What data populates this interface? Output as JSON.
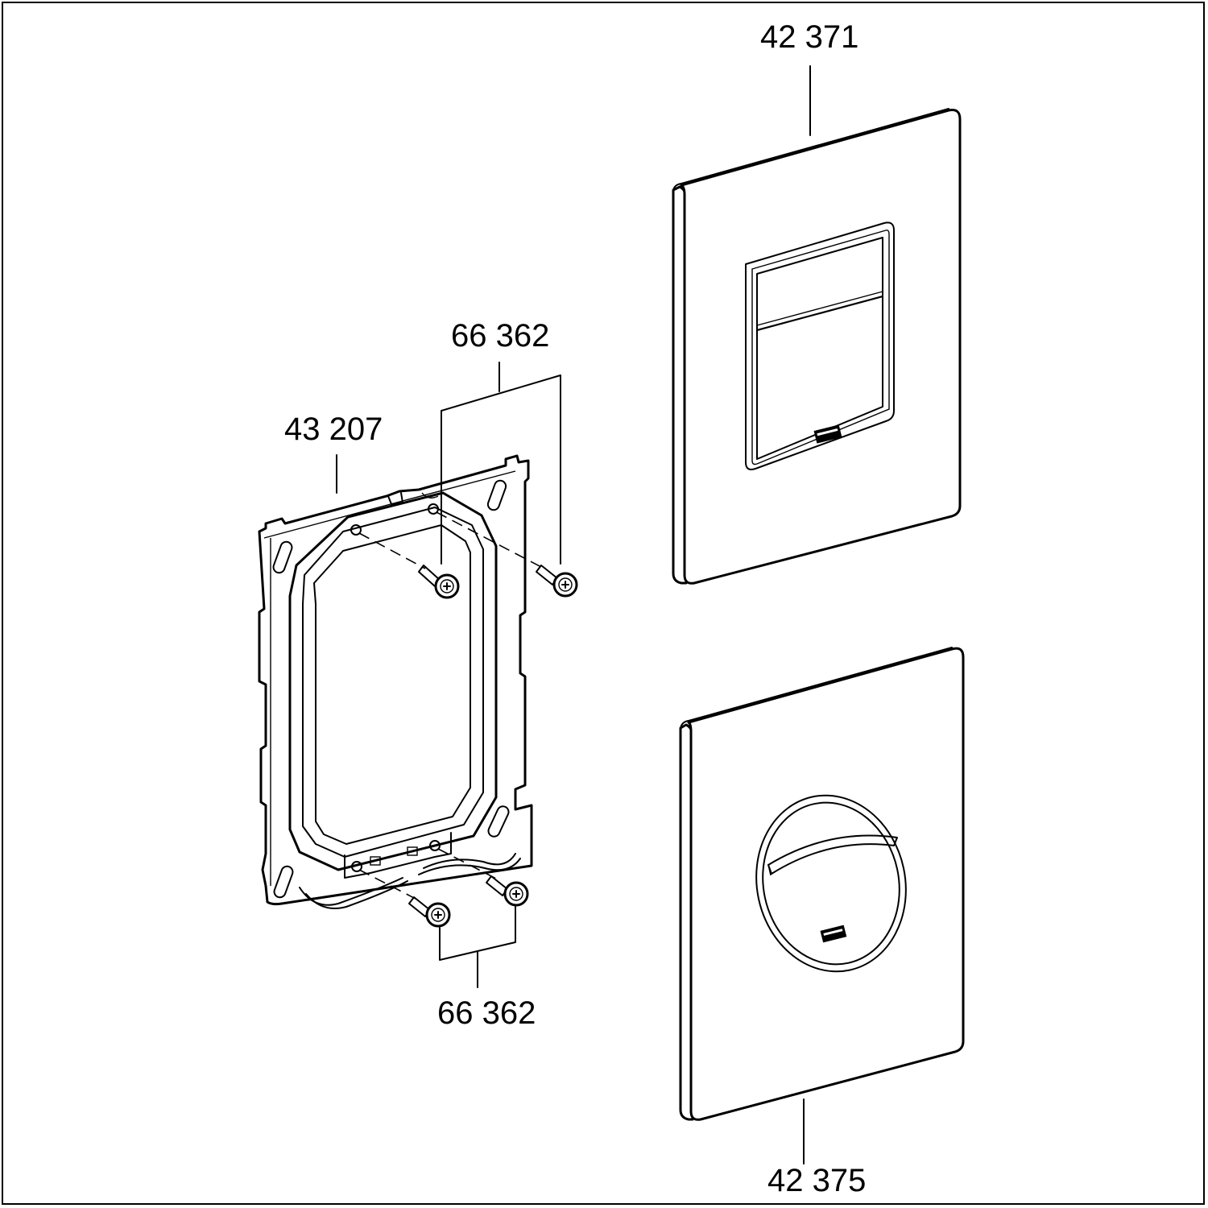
{
  "labels": {
    "flush_plate_rect": "42 371",
    "screws_top": "66 362",
    "mounting_frame": "43 207",
    "screws_bottom": "66 362",
    "flush_plate_round": "42 375"
  },
  "colors": {
    "line": "#000000",
    "background": "#ffffff"
  }
}
